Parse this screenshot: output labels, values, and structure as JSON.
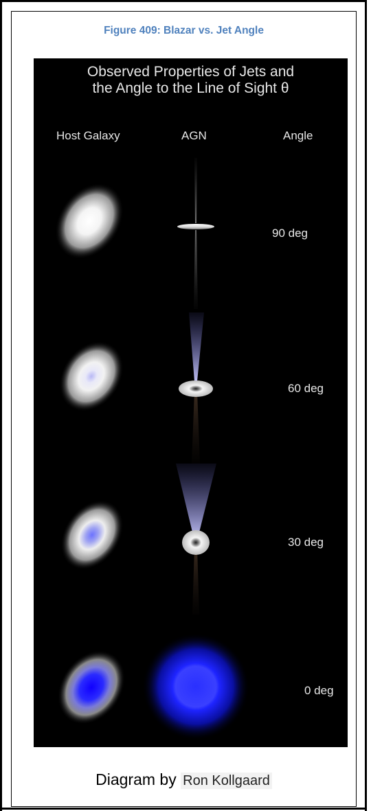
{
  "caption": "Figure 409: Blazar vs. Jet Angle",
  "diagram": {
    "title": "Observed Properties of Jets and\nthe Angle to the Line of Sight  θ",
    "headers": {
      "galaxy": "Host Galaxy",
      "agn": "AGN",
      "angle": "Angle"
    },
    "rows": [
      {
        "angle_label": "90 deg"
      },
      {
        "angle_label": "60 deg"
      },
      {
        "angle_label": "30 deg"
      },
      {
        "angle_label": "0 deg"
      }
    ]
  },
  "credit": {
    "prefix": "Diagram by",
    "name": "Ron Kollgaard"
  },
  "colors": {
    "caption": "#4f81bd",
    "background": "#000000",
    "jet": "#8f95e6",
    "blazar": "#1a22ff"
  }
}
